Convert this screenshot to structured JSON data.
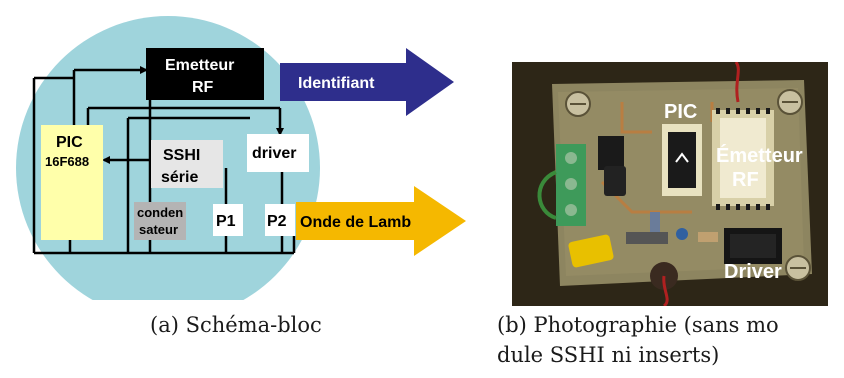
{
  "block_diagram": {
    "blocks": {
      "emetteur_line1": "Emetteur",
      "emetteur_line2": "RF",
      "pic_line1": "PIC",
      "pic_line2": "16F688",
      "sshi_line1": "SSHI",
      "sshi_line2": "série",
      "driver": "driver",
      "condensateur_line1": "conden",
      "condensateur_line2": "sateur",
      "p1": "P1",
      "p2": "P2"
    },
    "arrows": {
      "identifiant": "Identifiant",
      "onde_lamb": "Onde de Lamb"
    },
    "colors": {
      "circle": "#9fd4dc",
      "pic": "#ffffaa",
      "emetteur": "#000000",
      "identifiant_arrow": "#2e2e8c",
      "onde_arrow": "#f5b800",
      "sshi": "#e6e6e6",
      "condensateur": "#b4b4b4"
    }
  },
  "photo": {
    "labels": {
      "pic": "PIC",
      "emetteur_line1": "Émetteur",
      "emetteur_line2": "RF",
      "driver": "Driver"
    }
  },
  "captions": {
    "a": "(a) Schéma-bloc",
    "b_line1": "(b) Photographie (sans mo",
    "b_line2": "dule SSHI ni inserts)"
  }
}
